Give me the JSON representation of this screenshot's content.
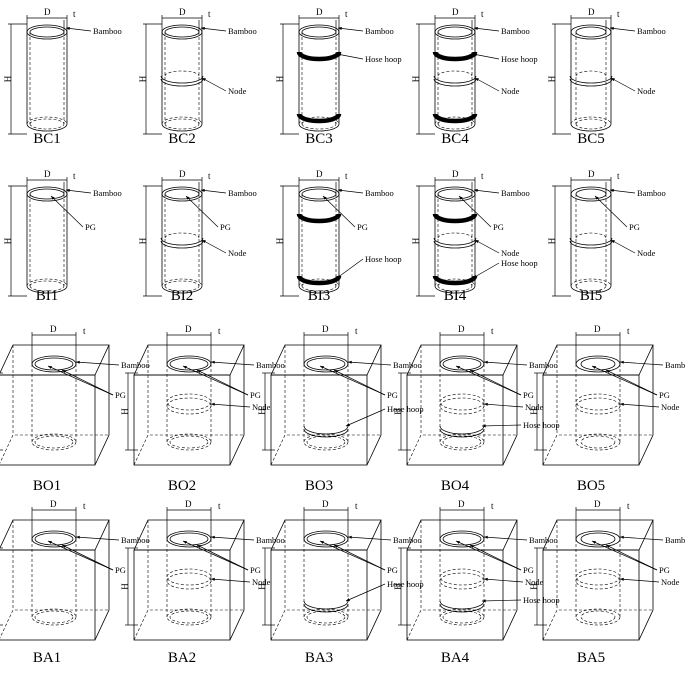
{
  "figure": {
    "rows": [
      {
        "kind": "column",
        "cells": [
          {
            "caption": "BC1",
            "labels": [
              "Bamboo"
            ],
            "pg": false,
            "node": false,
            "hoop": false
          },
          {
            "caption": "BC2",
            "labels": [
              "Bamboo",
              "Node"
            ],
            "pg": false,
            "node": true,
            "hoop": false
          },
          {
            "caption": "BC3",
            "labels": [
              "Bamboo",
              "Hose hoop"
            ],
            "pg": false,
            "node": false,
            "hoop": true
          },
          {
            "caption": "BC4",
            "labels": [
              "Bamboo",
              "Hose hoop",
              "Node"
            ],
            "pg": false,
            "node": true,
            "hoop": true
          },
          {
            "caption": "BC5",
            "labels": [
              "Bamboo",
              "Node"
            ],
            "pg": false,
            "node": true,
            "hoop": false,
            "thick": true
          }
        ]
      },
      {
        "kind": "column",
        "cells": [
          {
            "caption": "BI1",
            "labels": [
              "Bamboo",
              "PG"
            ],
            "pg": true,
            "node": false,
            "hoop": false
          },
          {
            "caption": "BI2",
            "labels": [
              "Bamboo",
              "PG",
              "Node"
            ],
            "pg": true,
            "node": true,
            "hoop": false
          },
          {
            "caption": "BI3",
            "labels": [
              "Bamboo",
              "PG",
              "Hose hoop"
            ],
            "pg": true,
            "node": false,
            "hoop": true
          },
          {
            "caption": "BI4",
            "labels": [
              "Bamboo",
              "PG",
              "Node",
              "Hose hoop"
            ],
            "pg": true,
            "node": true,
            "hoop": true
          },
          {
            "caption": "BI5",
            "labels": [
              "Bamboo",
              "PG",
              "Node"
            ],
            "pg": true,
            "node": true,
            "hoop": false,
            "thick": true
          }
        ]
      },
      {
        "kind": "block",
        "cells": [
          {
            "caption": "BO1",
            "labels": [
              "Bamboo",
              "PG"
            ],
            "node": false,
            "hoop": false
          },
          {
            "caption": "BO2",
            "labels": [
              "Bamboo",
              "PG",
              "Node"
            ],
            "node": true,
            "hoop": false
          },
          {
            "caption": "BO3",
            "labels": [
              "Bamboo",
              "PG",
              "Hose hoop"
            ],
            "node": false,
            "hoop": true
          },
          {
            "caption": "BO4",
            "labels": [
              "Bamboo",
              "PG",
              "Node",
              "Hose hoop"
            ],
            "node": true,
            "hoop": true
          },
          {
            "caption": "BO5",
            "labels": [
              "Bamboo",
              "PG",
              "Node"
            ],
            "node": true,
            "hoop": false,
            "thick": true
          }
        ]
      },
      {
        "kind": "block",
        "cells": [
          {
            "caption": "BA1",
            "labels": [
              "Bamboo",
              "PG"
            ],
            "node": false,
            "hoop": false
          },
          {
            "caption": "BA2",
            "labels": [
              "Bamboo",
              "PG",
              "Node"
            ],
            "node": true,
            "hoop": false
          },
          {
            "caption": "BA3",
            "labels": [
              "Bamboo",
              "PG",
              "Hose hoop"
            ],
            "node": false,
            "hoop": true
          },
          {
            "caption": "BA4",
            "labels": [
              "Bamboo",
              "PG",
              "Node",
              "Hose hoop"
            ],
            "node": true,
            "hoop": true
          },
          {
            "caption": "BA5",
            "labels": [
              "Bamboo",
              "PG",
              "Node"
            ],
            "node": true,
            "hoop": false,
            "thick": true
          }
        ]
      }
    ],
    "dimension_labels": {
      "diameter": "D",
      "thickness": "t",
      "height": "H"
    },
    "colors": {
      "line": "#000000",
      "hatch": "#000000",
      "background": "#ffffff"
    }
  }
}
